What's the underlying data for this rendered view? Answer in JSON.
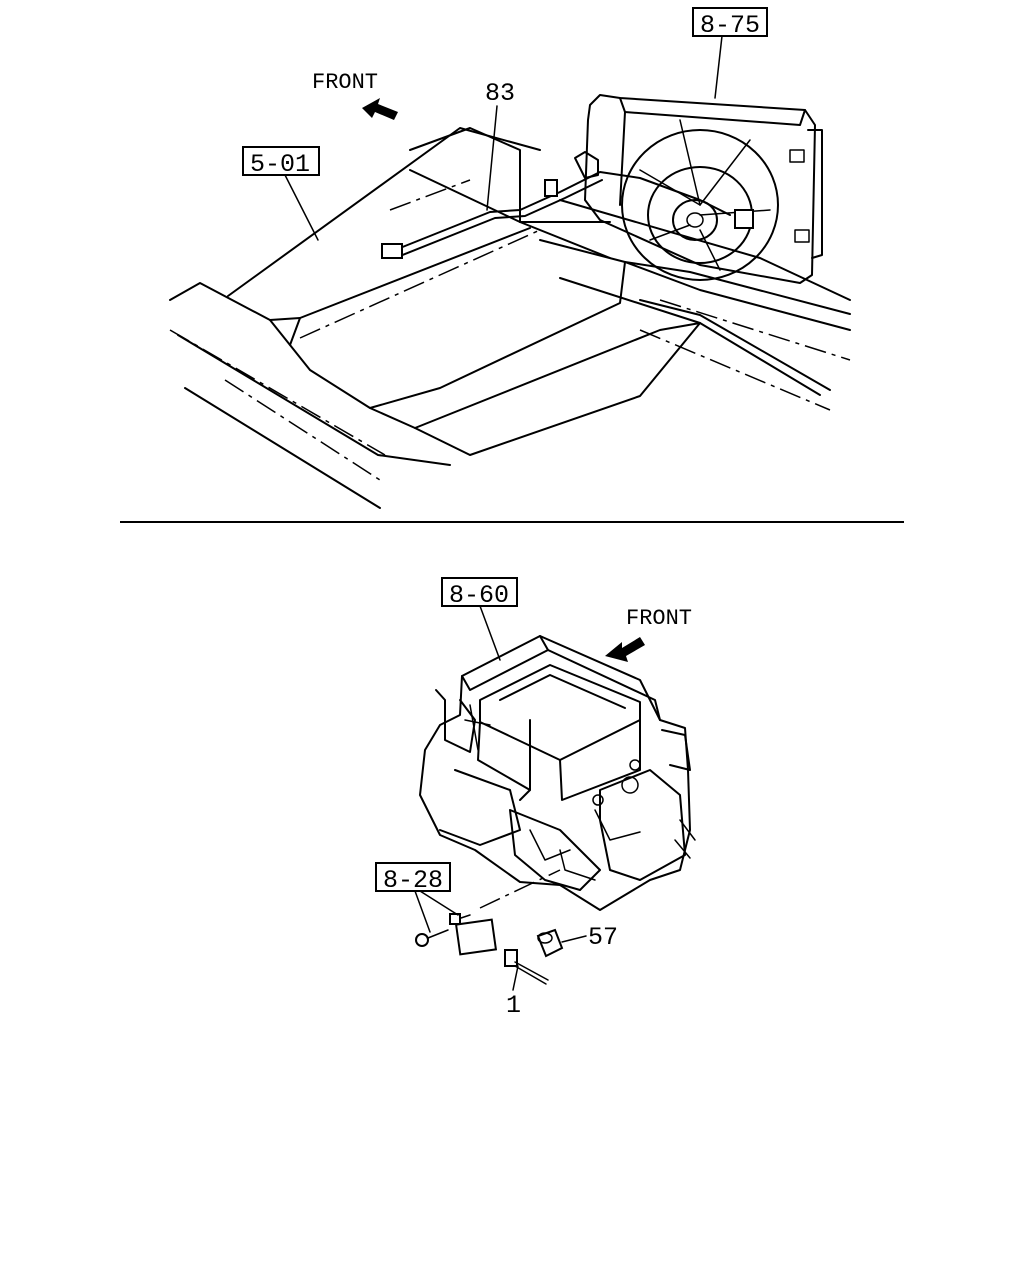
{
  "top_view": {
    "front_label": "FRONT",
    "ref_fan": "8-75",
    "ref_frame": "5-01",
    "part_harness": "83"
  },
  "bottom_view": {
    "front_label": "FRONT",
    "ref_unit": "8-60",
    "ref_relay": "8-28",
    "part_sensor": "1",
    "part_grommet": "57"
  }
}
